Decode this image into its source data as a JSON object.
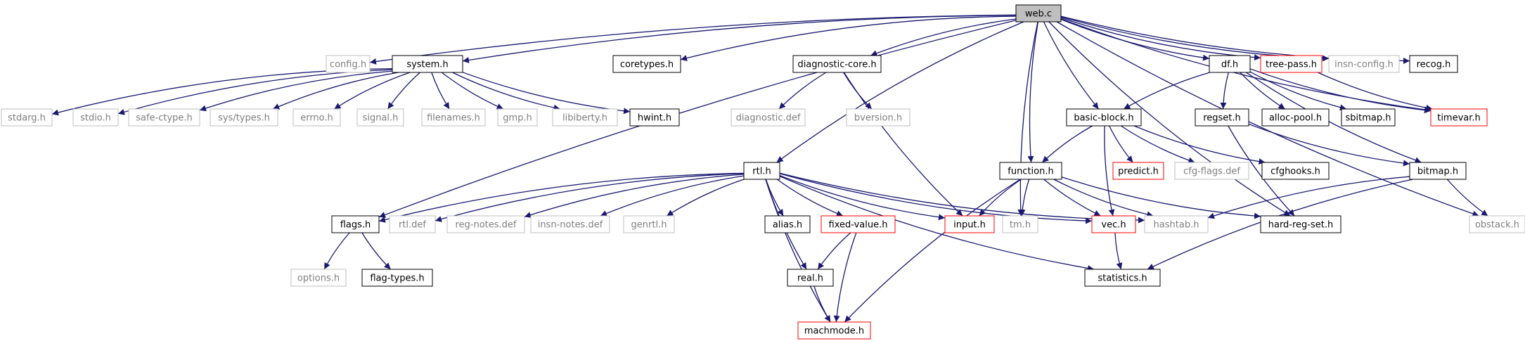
{
  "nodes": [
    {
      "id": "web_c",
      "label": "web.c",
      "style": "root"
    },
    {
      "id": "config_h",
      "label": "config.h",
      "style": "gray"
    },
    {
      "id": "system_h",
      "label": "system.h",
      "style": "black"
    },
    {
      "id": "coretypes_h",
      "label": "coretypes.h",
      "style": "black"
    },
    {
      "id": "diagnostic_core_h",
      "label": "diagnostic-core.h",
      "style": "black"
    },
    {
      "id": "df_h",
      "label": "df.h",
      "style": "black"
    },
    {
      "id": "tree_pass_h",
      "label": "tree-pass.h",
      "style": "red"
    },
    {
      "id": "insn_config_h",
      "label": "insn-config.h",
      "style": "gray"
    },
    {
      "id": "recog_h",
      "label": "recog.h",
      "style": "black"
    },
    {
      "id": "stdarg_h",
      "label": "stdarg.h",
      "style": "gray"
    },
    {
      "id": "stdio_h",
      "label": "stdio.h",
      "style": "gray"
    },
    {
      "id": "safe_ctype_h",
      "label": "safe-ctype.h",
      "style": "gray"
    },
    {
      "id": "sys_types_h",
      "label": "sys/types.h",
      "style": "gray"
    },
    {
      "id": "errno_h",
      "label": "errno.h",
      "style": "gray"
    },
    {
      "id": "signal_h",
      "label": "signal.h",
      "style": "gray"
    },
    {
      "id": "filenames_h",
      "label": "filenames.h",
      "style": "gray"
    },
    {
      "id": "gmp_h",
      "label": "gmp.h",
      "style": "gray"
    },
    {
      "id": "libiberty_h",
      "label": "libiberty.h",
      "style": "gray"
    },
    {
      "id": "hwint_h",
      "label": "hwint.h",
      "style": "black"
    },
    {
      "id": "diagnostic_def",
      "label": "diagnostic.def",
      "style": "gray"
    },
    {
      "id": "bversion_h",
      "label": "bversion.h",
      "style": "gray"
    },
    {
      "id": "basic_block_h",
      "label": "basic-block.h",
      "style": "black"
    },
    {
      "id": "regset_h",
      "label": "regset.h",
      "style": "black"
    },
    {
      "id": "alloc_pool_h",
      "label": "alloc-pool.h",
      "style": "black"
    },
    {
      "id": "sbitmap_h",
      "label": "sbitmap.h",
      "style": "black"
    },
    {
      "id": "timevar_h",
      "label": "timevar.h",
      "style": "red"
    },
    {
      "id": "predict_h",
      "label": "predict.h",
      "style": "red"
    },
    {
      "id": "cfg_flags_def",
      "label": "cfg-flags.def",
      "style": "gray"
    },
    {
      "id": "cfghooks_h",
      "label": "cfghooks.h",
      "style": "black"
    },
    {
      "id": "bitmap_h",
      "label": "bitmap.h",
      "style": "black"
    },
    {
      "id": "rtl_h",
      "label": "rtl.h",
      "style": "black"
    },
    {
      "id": "function_h",
      "label": "function.h",
      "style": "black"
    },
    {
      "id": "flags_h",
      "label": "flags.h",
      "style": "black"
    },
    {
      "id": "rtl_def",
      "label": "rtl.def",
      "style": "gray"
    },
    {
      "id": "reg_notes_def",
      "label": "reg-notes.def",
      "style": "gray"
    },
    {
      "id": "insn_notes_def",
      "label": "insn-notes.def",
      "style": "gray"
    },
    {
      "id": "genrtl_h",
      "label": "genrtl.h",
      "style": "gray"
    },
    {
      "id": "alias_h",
      "label": "alias.h",
      "style": "black"
    },
    {
      "id": "fixed_value_h",
      "label": "fixed-value.h",
      "style": "red"
    },
    {
      "id": "input_h",
      "label": "input.h",
      "style": "red"
    },
    {
      "id": "tm_h",
      "label": "tm.h",
      "style": "gray"
    },
    {
      "id": "vec_h",
      "label": "vec.h",
      "style": "red"
    },
    {
      "id": "hashtab_h",
      "label": "hashtab.h",
      "style": "gray"
    },
    {
      "id": "hard_reg_set_h",
      "label": "hard-reg-set.h",
      "style": "black"
    },
    {
      "id": "obstack_h",
      "label": "obstack.h",
      "style": "gray"
    },
    {
      "id": "options_h",
      "label": "options.h",
      "style": "gray"
    },
    {
      "id": "flag_types_h",
      "label": "flag-types.h",
      "style": "black"
    },
    {
      "id": "real_h",
      "label": "real.h",
      "style": "black"
    },
    {
      "id": "statistics_h",
      "label": "statistics.h",
      "style": "black"
    },
    {
      "id": "machmode_h",
      "label": "machmode.h",
      "style": "red"
    }
  ],
  "edges": [
    [
      "web_c",
      "config_h"
    ],
    [
      "web_c",
      "system_h"
    ],
    [
      "web_c",
      "coretypes_h"
    ],
    [
      "web_c",
      "diagnostic_core_h"
    ],
    [
      "web_c",
      "df_h"
    ],
    [
      "web_c",
      "tree_pass_h"
    ],
    [
      "web_c",
      "insn_config_h"
    ],
    [
      "web_c",
      "recog_h"
    ],
    [
      "web_c",
      "obstack_h"
    ],
    [
      "web_c",
      "flags_h"
    ],
    [
      "web_c",
      "rtl_h"
    ],
    [
      "web_c",
      "tm_h"
    ],
    [
      "web_c",
      "function_h"
    ],
    [
      "web_c",
      "basic_block_h"
    ],
    [
      "web_c",
      "hard_reg_set_h"
    ],
    [
      "web_c",
      "timevar_h"
    ],
    [
      "system_h",
      "stdarg_h"
    ],
    [
      "system_h",
      "stdio_h"
    ],
    [
      "system_h",
      "safe_ctype_h"
    ],
    [
      "system_h",
      "sys_types_h"
    ],
    [
      "system_h",
      "errno_h"
    ],
    [
      "system_h",
      "signal_h"
    ],
    [
      "system_h",
      "filenames_h"
    ],
    [
      "system_h",
      "gmp_h"
    ],
    [
      "system_h",
      "libiberty_h"
    ],
    [
      "system_h",
      "hwint_h"
    ],
    [
      "diagnostic_core_h",
      "diagnostic_def"
    ],
    [
      "diagnostic_core_h",
      "bversion_h"
    ],
    [
      "diagnostic_core_h",
      "input_h"
    ],
    [
      "df_h",
      "basic_block_h"
    ],
    [
      "df_h",
      "regset_h"
    ],
    [
      "df_h",
      "alloc_pool_h"
    ],
    [
      "df_h",
      "sbitmap_h"
    ],
    [
      "df_h",
      "timevar_h"
    ],
    [
      "df_h",
      "bitmap_h"
    ],
    [
      "tree_pass_h",
      "timevar_h"
    ],
    [
      "basic_block_h",
      "predict_h"
    ],
    [
      "basic_block_h",
      "cfg_flags_def"
    ],
    [
      "basic_block_h",
      "cfghooks_h"
    ],
    [
      "basic_block_h",
      "function_h"
    ],
    [
      "basic_block_h",
      "vec_h"
    ],
    [
      "regset_h",
      "bitmap_h"
    ],
    [
      "regset_h",
      "hard_reg_set_h"
    ],
    [
      "bitmap_h",
      "hashtab_h"
    ],
    [
      "bitmap_h",
      "obstack_h"
    ],
    [
      "bitmap_h",
      "statistics_h"
    ],
    [
      "rtl_h",
      "flags_h"
    ],
    [
      "rtl_h",
      "rtl_def"
    ],
    [
      "rtl_h",
      "reg_notes_def"
    ],
    [
      "rtl_h",
      "insn_notes_def"
    ],
    [
      "rtl_h",
      "genrtl_h"
    ],
    [
      "rtl_h",
      "alias_h"
    ],
    [
      "rtl_h",
      "fixed_value_h"
    ],
    [
      "rtl_h",
      "input_h"
    ],
    [
      "rtl_h",
      "vec_h"
    ],
    [
      "rtl_h",
      "hashtab_h"
    ],
    [
      "rtl_h",
      "statistics_h"
    ],
    [
      "rtl_h",
      "real_h"
    ],
    [
      "rtl_h",
      "machmode_h"
    ],
    [
      "function_h",
      "input_h"
    ],
    [
      "function_h",
      "tm_h"
    ],
    [
      "function_h",
      "vec_h"
    ],
    [
      "function_h",
      "hashtab_h"
    ],
    [
      "function_h",
      "hard_reg_set_h"
    ],
    [
      "function_h",
      "machmode_h"
    ],
    [
      "flags_h",
      "options_h"
    ],
    [
      "flags_h",
      "flag_types_h"
    ],
    [
      "fixed_value_h",
      "real_h"
    ],
    [
      "fixed_value_h",
      "machmode_h"
    ],
    [
      "real_h",
      "machmode_h"
    ],
    [
      "vec_h",
      "statistics_h"
    ]
  ],
  "colors": {
    "edge": "#191970",
    "border_black": "#000000",
    "border_gray": "#bfbfbf",
    "border_red": "#ff0000",
    "root_fill": "#bfbfbf",
    "text_dark": "#000000",
    "text_gray": "#7f7f7f"
  }
}
